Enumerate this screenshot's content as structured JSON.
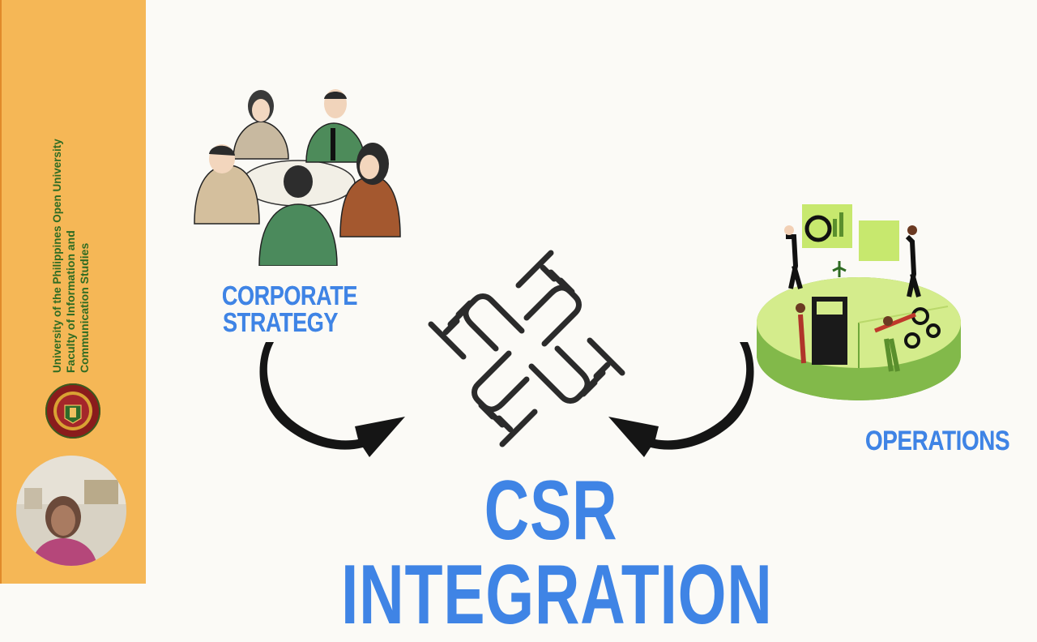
{
  "sidebar": {
    "institution_line1": "University of the Philippines Open University",
    "institution_line2": "Faculty of Information and",
    "institution_line3": "Communication Studies",
    "accent_color": "#f5b756",
    "text_color": "#2e6b22",
    "seal_icon": "up-seal-icon",
    "webcam_icon": "presenter-webcam"
  },
  "slide": {
    "title": "CSR INTEGRATION",
    "left_label_line1": "CORPORATE",
    "left_label_line2": "STRATEGY",
    "right_label": "OPERATIONS",
    "title_color": "#3f84e5",
    "left_illustration_icon": "team-meeting-icon",
    "right_illustration_icon": "operations-pie-icon",
    "center_icon": "joined-hands-icon",
    "arrow_icon": "curved-arrow-icon"
  }
}
